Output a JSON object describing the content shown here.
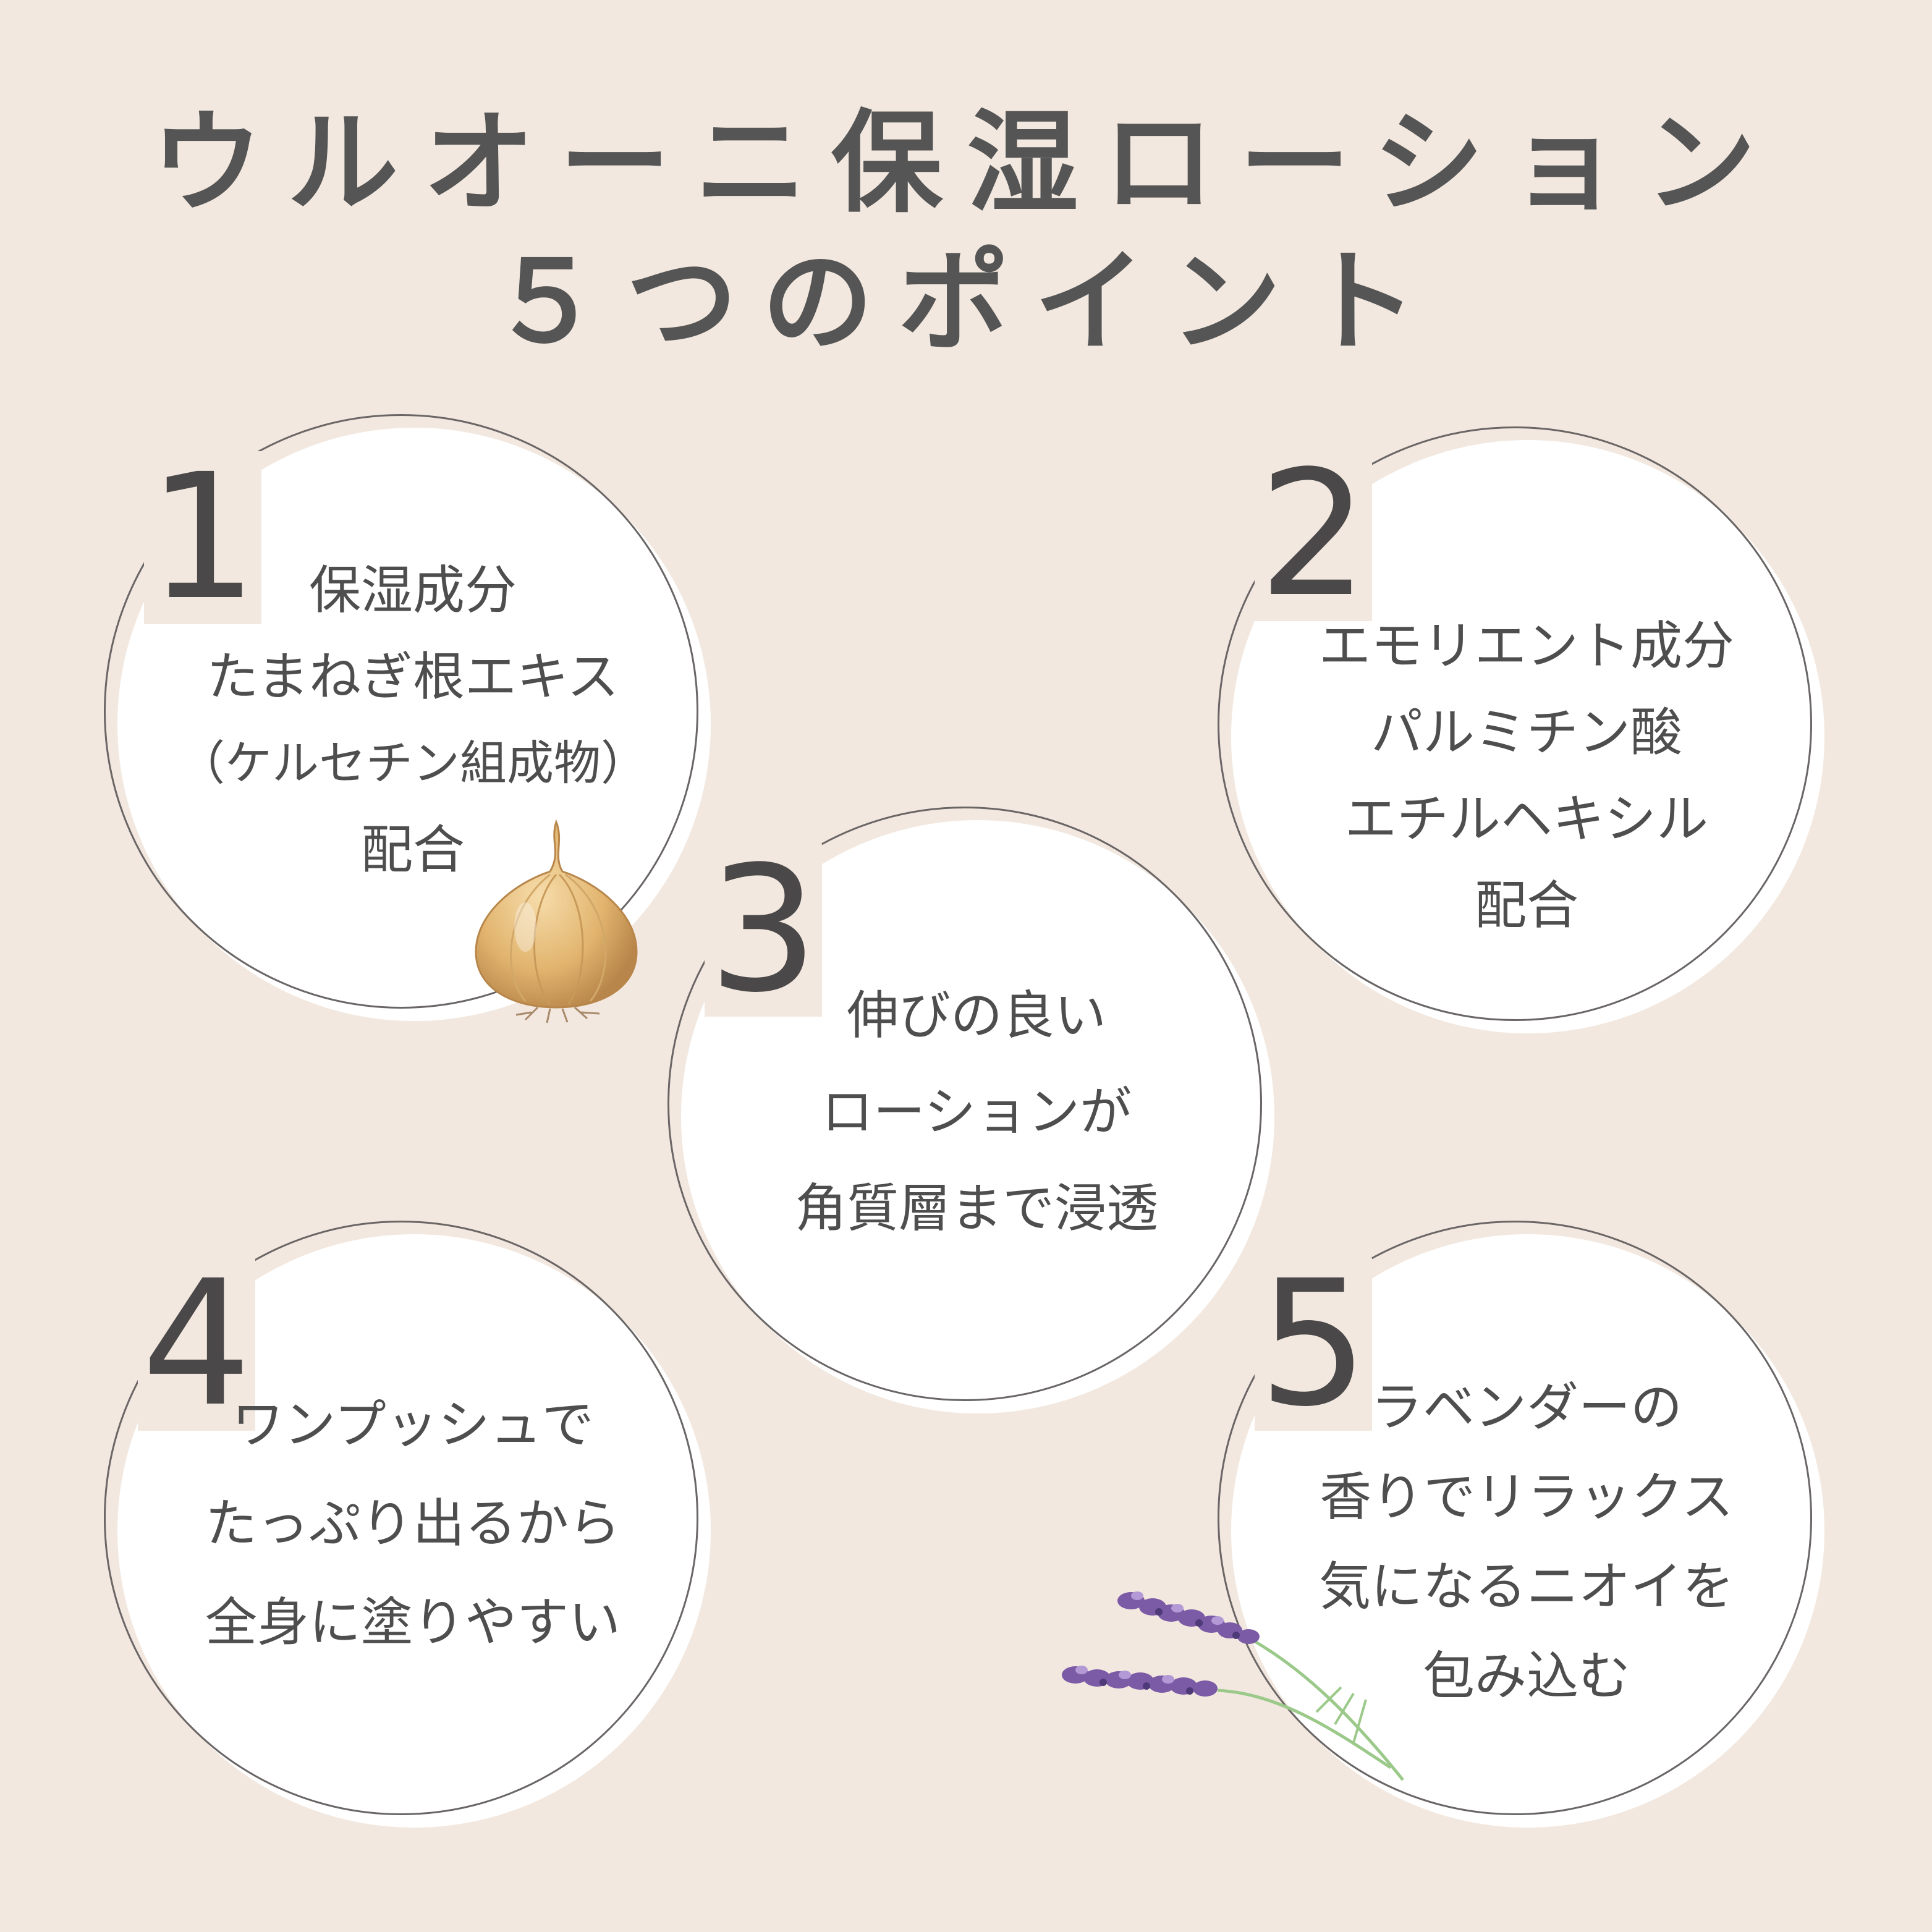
{
  "title": {
    "line1": "ウルオーニ保湿ローション",
    "line2": "５つのポイント"
  },
  "points": [
    {
      "num": "1",
      "lines": [
        "保湿成分",
        "たまねぎ根エキス",
        "（ケルセチン組成物）",
        "配合"
      ]
    },
    {
      "num": "2",
      "lines": [
        "エモリエント成分",
        "パルミチン酸",
        "エチルヘキシル",
        "配合"
      ]
    },
    {
      "num": "3",
      "lines": [
        "伸びの良い",
        "ローションが",
        "角質層まで浸透"
      ]
    },
    {
      "num": "4",
      "lines": [
        "ワンプッシュで",
        "たっぷり出るから",
        "全身に塗りやすい"
      ]
    },
    {
      "num": "5",
      "lines": [
        "ラベンダーの",
        "香りでリラックス",
        "気になるニオイを",
        "包み込む"
      ]
    }
  ],
  "icons": {
    "onion": "onion-icon",
    "lavender": "lavender-sprig-icon"
  },
  "colors": {
    "background": "#f2e8df",
    "circle": "#ffffff",
    "text": "#505050",
    "lavender": "#7b5aa6",
    "onion": "#e0b070"
  }
}
